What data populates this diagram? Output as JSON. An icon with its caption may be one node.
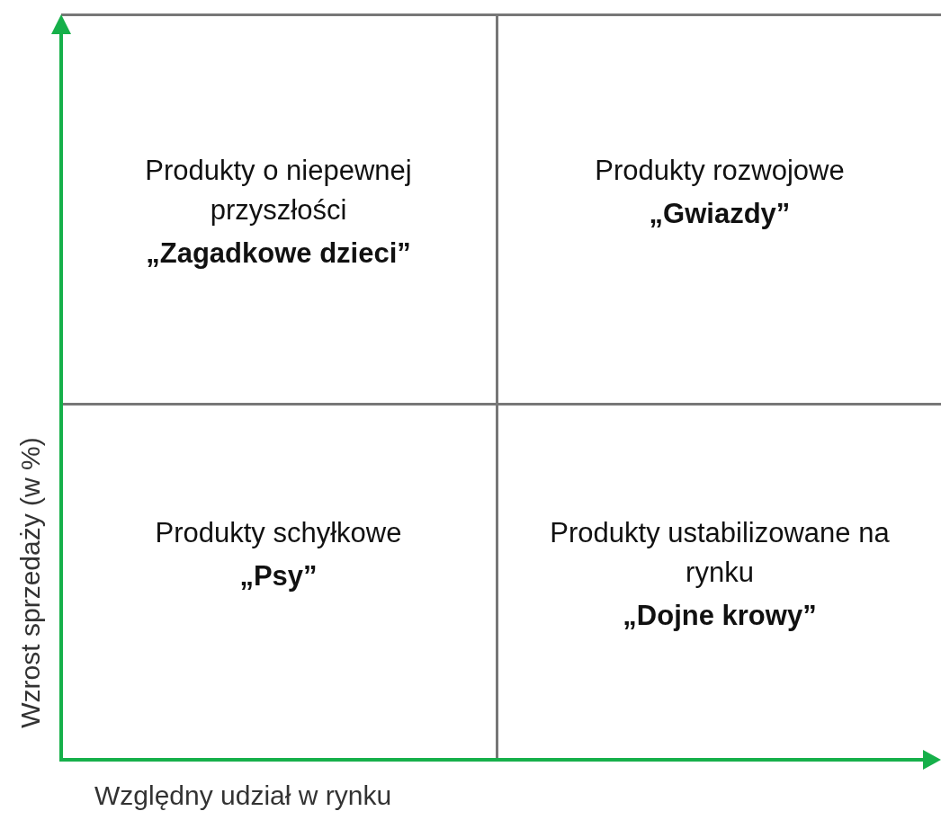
{
  "diagram": {
    "nodes": [
      {
        "text": [
          "Produkty o niepewnej przyszłości",
          "„Zagadkowe dzieci”"
        ]
      },
      {
        "text": [
          "Produkty rozwojowe",
          "„Gwiazdy”"
        ]
      },
      {
        "text": [
          "Produkty schyłkowe",
          "„Psy”"
        ]
      },
      {
        "text": [
          "Produkty ustabilizowane na rynku",
          "„Dojne krowy”"
        ]
      }
    ],
    "edges": [],
    "labels": [
      "Wzrost sprzedaży (w %)",
      "Względny udział w rynku"
    ]
  }
}
